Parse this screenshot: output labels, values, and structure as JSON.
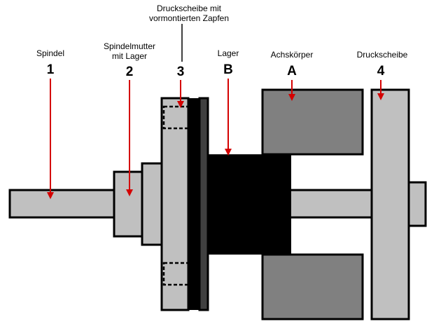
{
  "labels": {
    "spindel": {
      "text": "Spindel",
      "number": "1"
    },
    "spindelmutter": {
      "line1": "Spindelmutter",
      "line2": "mit Lager",
      "number": "2"
    },
    "druckscheibe_zapfen": {
      "line1": "Druckscheibe mit",
      "line2": "vormontierten Zapfen",
      "number": "3"
    },
    "lager": {
      "text": "Lager",
      "number": "B"
    },
    "achskoerper": {
      "text": "Achskörper",
      "number": "A"
    },
    "druckscheibe": {
      "text": "Druckscheibe",
      "number": "4"
    }
  },
  "colors": {
    "part_gray": "#c0c0c0",
    "body_gray": "#808080",
    "bearing_black": "#000000",
    "arrow_red": "#d40000",
    "dark_gray": "#404040"
  }
}
